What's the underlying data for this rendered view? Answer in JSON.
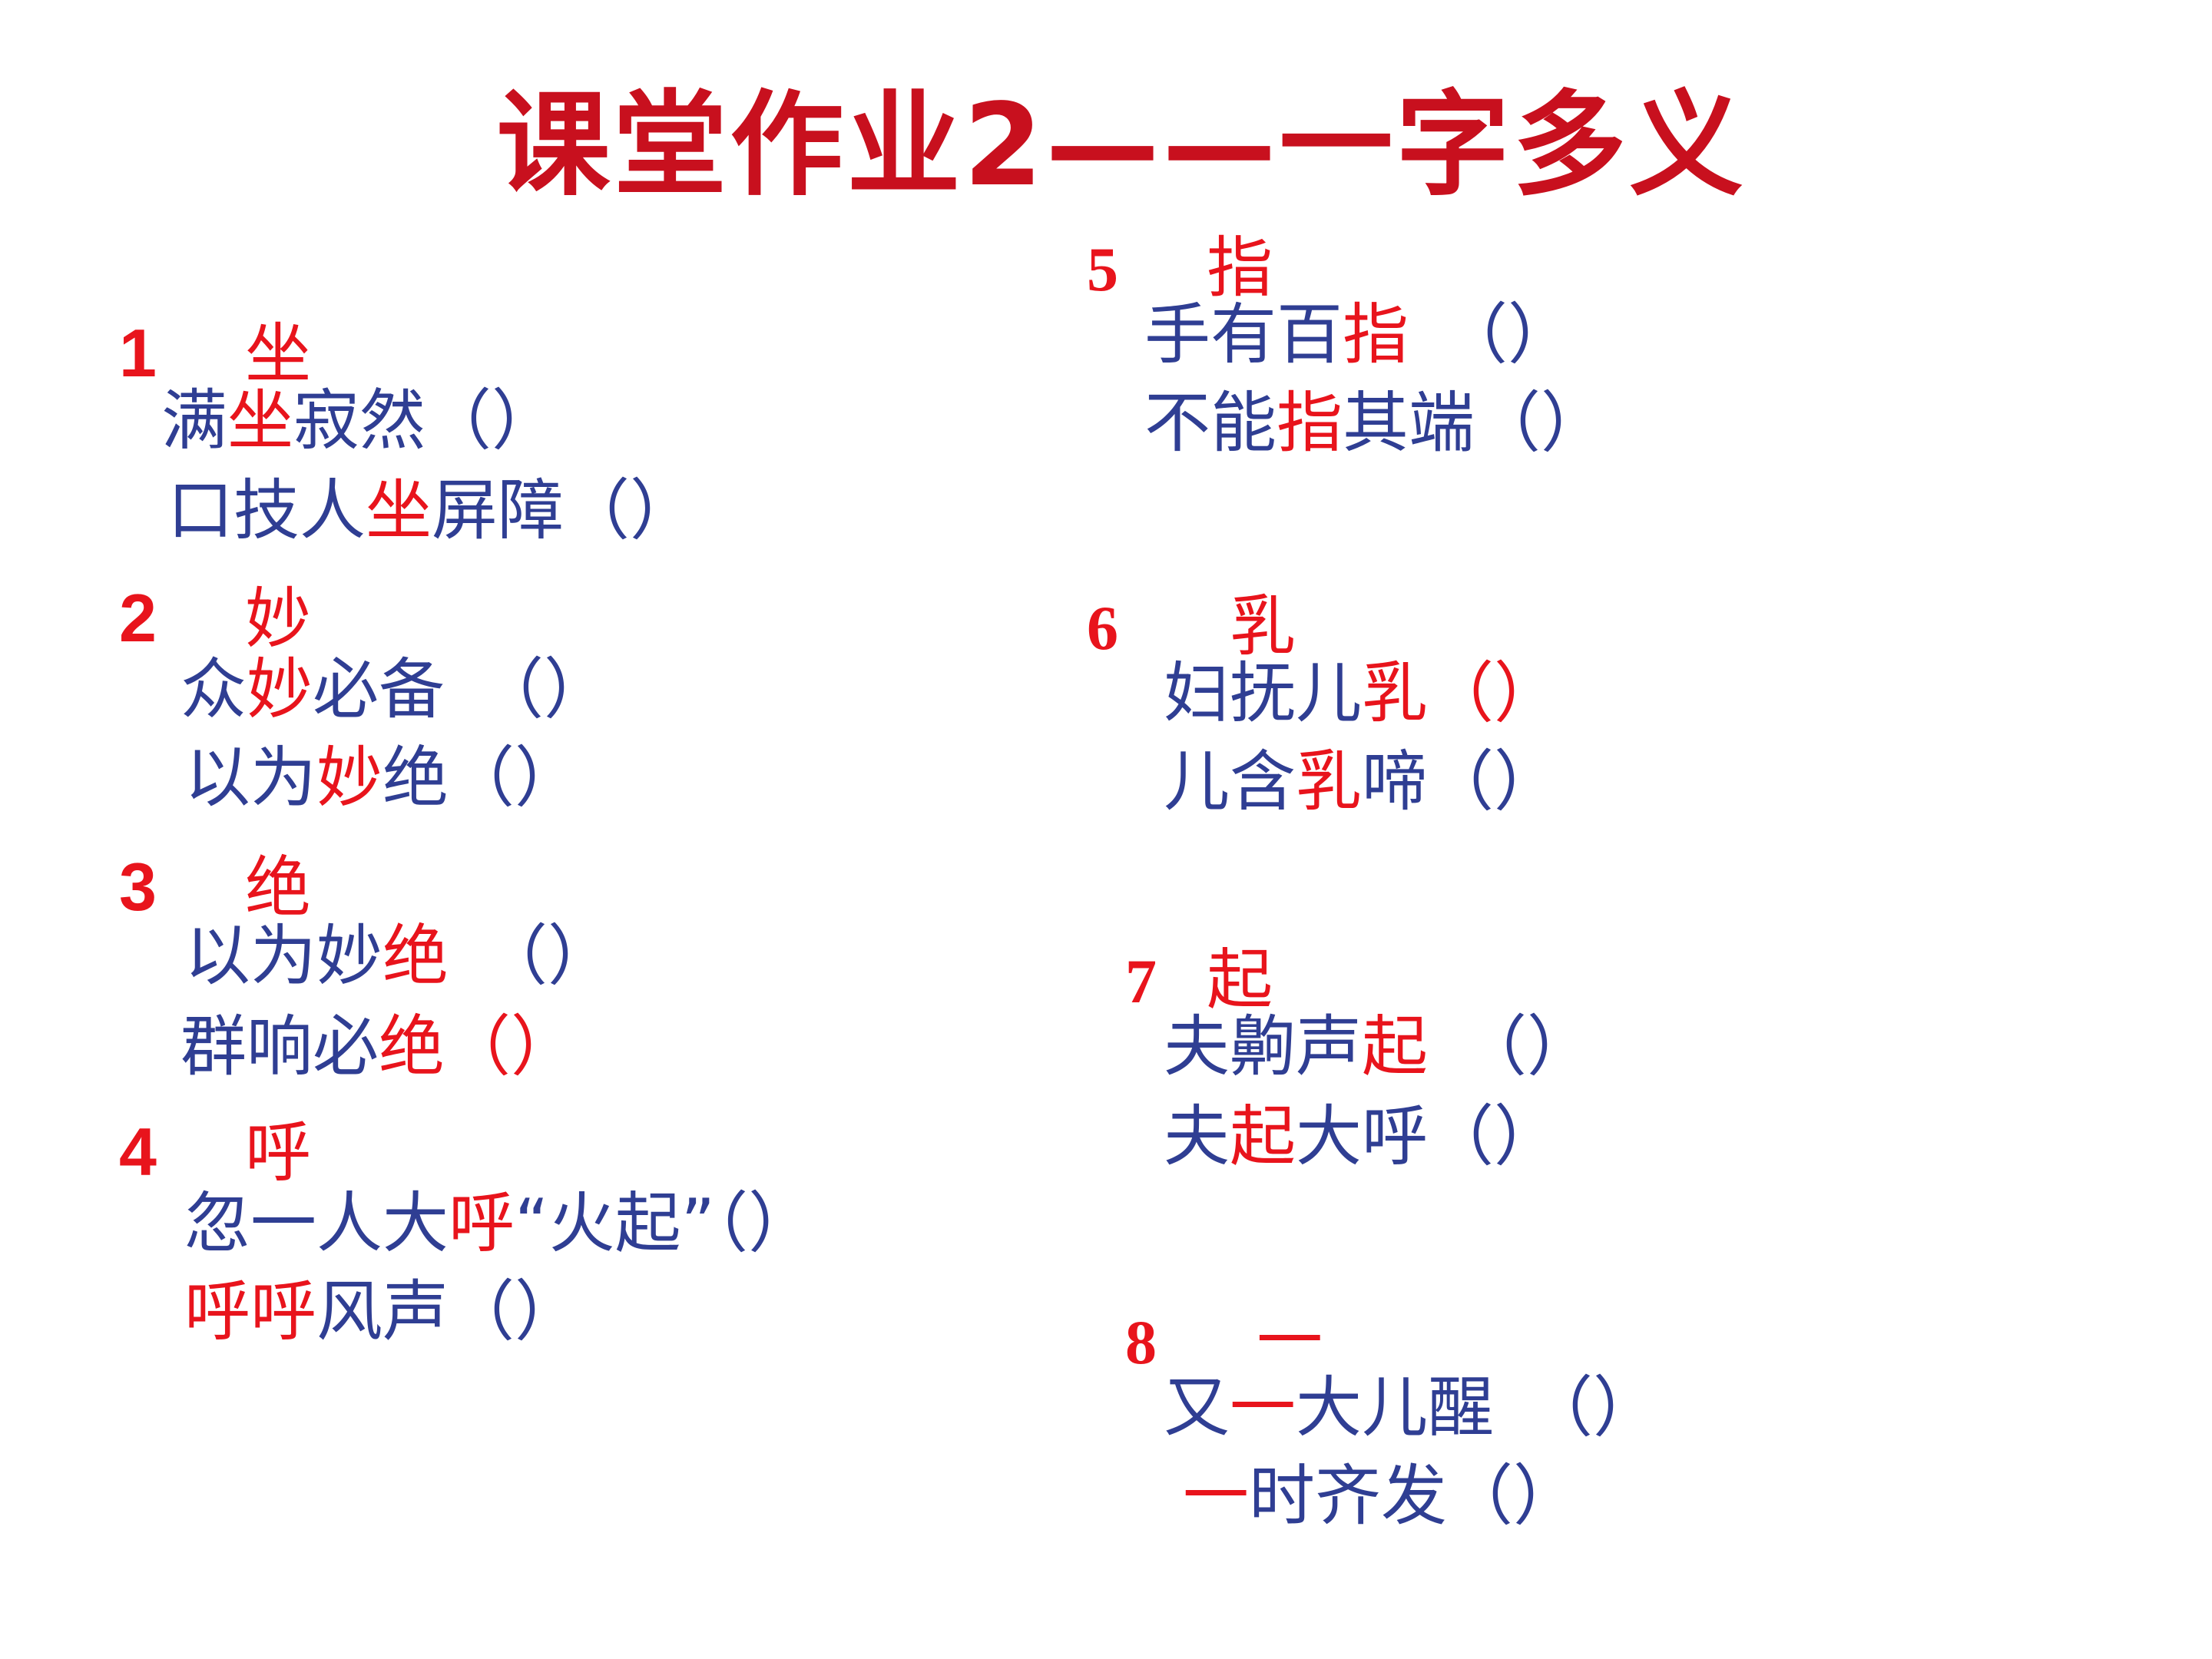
{
  "title": "课堂作业2——一字多义",
  "groups": [
    {
      "number": "1",
      "char": "坐",
      "lines": [
        {
          "parts": [
            {
              "t": "满"
            },
            {
              "t": "坐",
              "hl": true
            },
            {
              "t": "寂然（）"
            }
          ]
        },
        {
          "parts": [
            {
              "t": "口技人"
            },
            {
              "t": "坐",
              "hl": true
            },
            {
              "t": "屏障（）"
            }
          ]
        }
      ]
    },
    {
      "number": "2",
      "char": "妙",
      "lines": [
        {
          "parts": [
            {
              "t": "众"
            },
            {
              "t": "妙",
              "hl": true
            },
            {
              "t": "必备　（）"
            }
          ]
        },
        {
          "parts": [
            {
              "t": "以为"
            },
            {
              "t": "妙",
              "hl": true
            },
            {
              "t": "绝（）"
            }
          ]
        }
      ]
    },
    {
      "number": "3",
      "char": "绝",
      "lines": [
        {
          "parts": [
            {
              "t": "以为妙"
            },
            {
              "t": "绝",
              "hl": true
            },
            {
              "t": "　（）"
            }
          ]
        },
        {
          "parts": [
            {
              "t": "群响必"
            },
            {
              "t": "绝（）",
              "hl": true
            }
          ]
        }
      ]
    },
    {
      "number": "4",
      "char": "呼",
      "lines": [
        {
          "parts": [
            {
              "t": "忽一人大"
            },
            {
              "t": "呼",
              "hl": true
            },
            {
              "t": "“火起”（）"
            }
          ]
        },
        {
          "parts": [
            {
              "t": "呼呼",
              "hl": true
            },
            {
              "t": "风声（）"
            }
          ]
        }
      ]
    },
    {
      "number": "5",
      "char": "指",
      "lines": [
        {
          "parts": [
            {
              "t": "手有百"
            },
            {
              "t": "指",
              "hl": true
            },
            {
              "t": "　（）"
            }
          ]
        },
        {
          "parts": [
            {
              "t": "不能"
            },
            {
              "t": "指",
              "hl": true
            },
            {
              "t": "其端（）"
            }
          ]
        }
      ]
    },
    {
      "number": "6",
      "char": "乳",
      "lines": [
        {
          "parts": [
            {
              "t": "妇抚儿"
            },
            {
              "t": "乳（）",
              "hl": true
            }
          ]
        },
        {
          "parts": [
            {
              "t": "儿含"
            },
            {
              "t": "乳",
              "hl": true
            },
            {
              "t": "啼（）"
            }
          ]
        }
      ]
    },
    {
      "number": "7",
      "char": "起",
      "lines": [
        {
          "parts": [
            {
              "t": "夫齁声"
            },
            {
              "t": "起",
              "hl": true
            },
            {
              "t": "　（）"
            }
          ]
        },
        {
          "parts": [
            {
              "t": "夫"
            },
            {
              "t": "起",
              "hl": true
            },
            {
              "t": "大呼（）"
            }
          ]
        }
      ]
    },
    {
      "number": "8",
      "char": "一",
      "lines": [
        {
          "parts": [
            {
              "t": "又"
            },
            {
              "t": "一",
              "hl": true
            },
            {
              "t": "大儿醒　（）"
            }
          ]
        },
        {
          "parts": [
            {
              "t": "一",
              "hl": true
            },
            {
              "t": "时齐发（）"
            }
          ]
        }
      ]
    }
  ],
  "colors": {
    "title": "#c8101e",
    "highlight": "#e8141c",
    "body": "#2f3e93"
  }
}
